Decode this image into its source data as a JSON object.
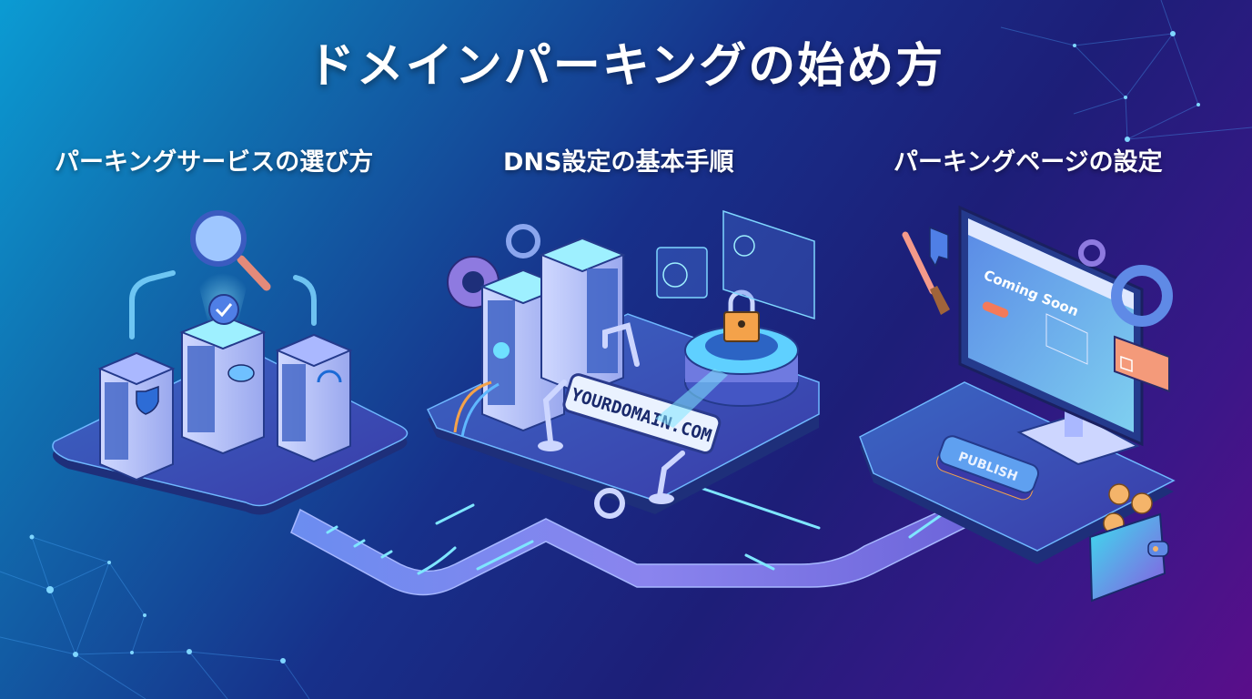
{
  "title": "ドメインパーキングの始め方",
  "sections": [
    {
      "label": "パーキングサービスの選び方",
      "icons": [
        "magnifier-icon",
        "check-icon",
        "shield-icon",
        "cloud-dollar-icon",
        "speedometer-icon",
        "server-icon"
      ]
    },
    {
      "label": "DNS設定の基本手順",
      "domain_sign": "YOURDOMAIN.COM",
      "icons": [
        "gear-icon",
        "server-icon",
        "globe-icon",
        "lock-icon",
        "robot-arm-icon",
        "browser-panel-icon"
      ]
    },
    {
      "label": "パーキングページの設定",
      "monitor_heading": "Coming Soon",
      "publish_button": "PUBLISH",
      "icons": [
        "paintbrush-icon",
        "monitor-icon",
        "gear-icon",
        "megaphone-icon",
        "wallet-icon",
        "coin-icon"
      ]
    }
  ],
  "colors": {
    "bg_start": "#0b9bd3",
    "bg_mid": "#17308a",
    "bg_end": "#5a0e8a",
    "platform": "#2c4fa8",
    "accent_cyan": "#5fe0ff",
    "accent_orange": "#f4a24a",
    "accent_purple": "#8e7ae0"
  }
}
